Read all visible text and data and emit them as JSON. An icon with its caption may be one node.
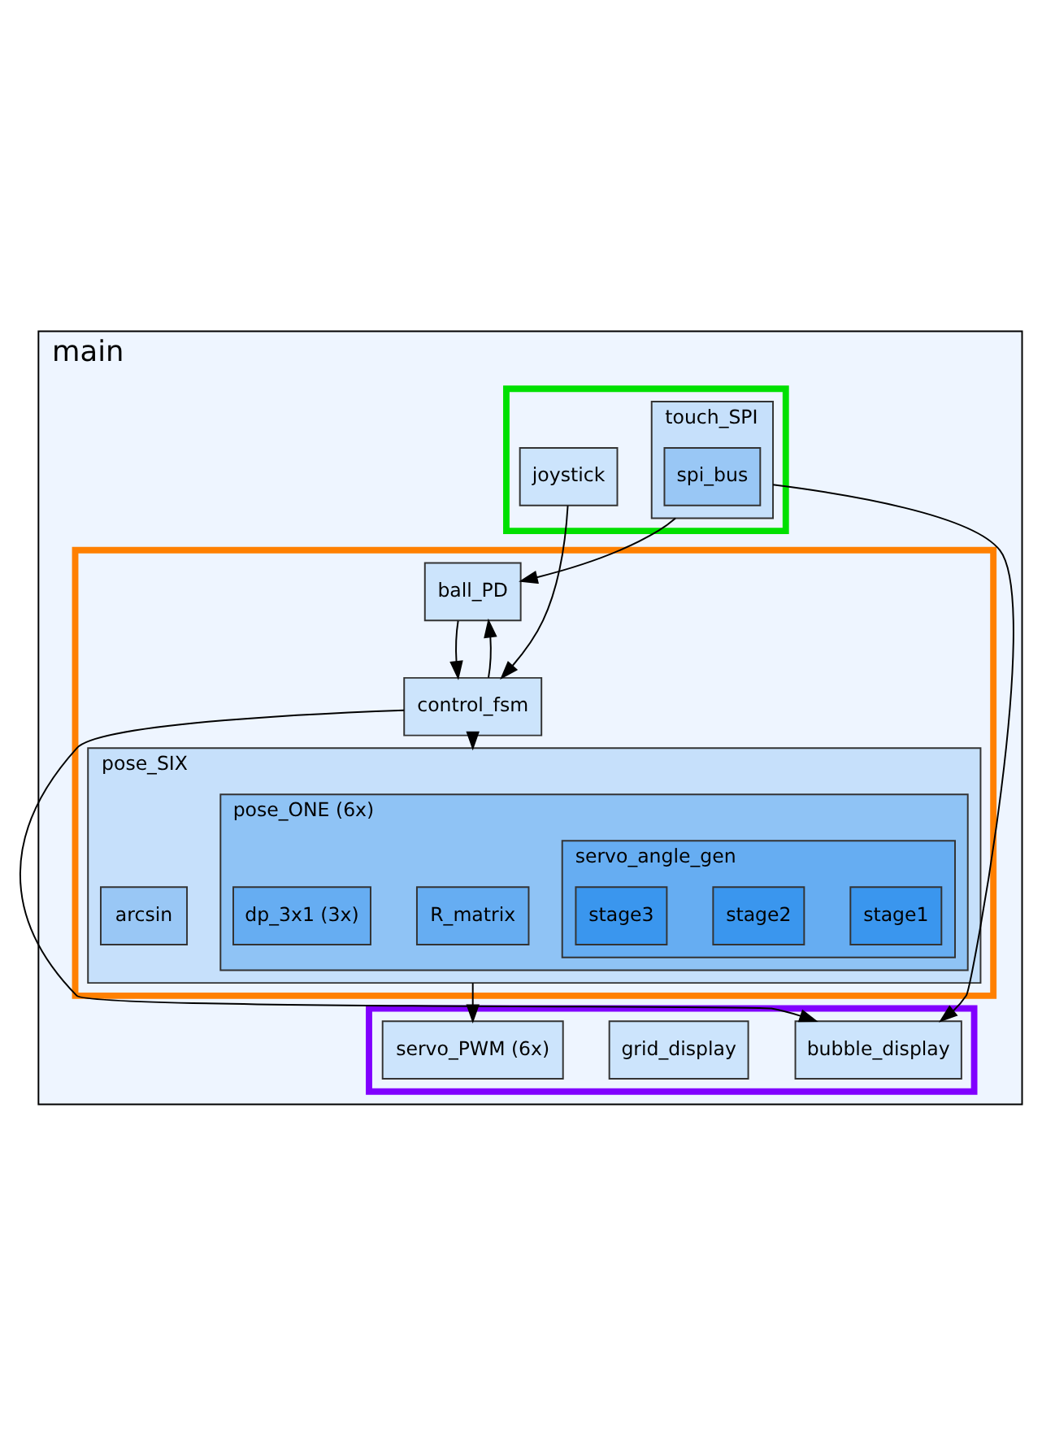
{
  "diagram": {
    "nodes": [
      {
        "text": [
          "main"
        ]
      },
      {
        "text": [],
        "shape": "box",
        "in": 0
      },
      {
        "text": [
          "ball_PD"
        ],
        "in": 1
      },
      {
        "text": [
          "control_fsm"
        ],
        "in": 1
      },
      {
        "text": [
          "pose_SIX"
        ],
        "in": 1
      },
      {
        "text": [
          "pose_ONE (6x)"
        ],
        "in": 4
      },
      {
        "text": [
          "R_matrix"
        ],
        "in": 5
      },
      {
        "text": [
          "dp_3x1 (3x)"
        ],
        "in": 5
      },
      {
        "text": [
          "servo_angle_gen"
        ],
        "in": 5
      },
      {
        "text": [
          "stage1"
        ],
        "in": 8
      },
      {
        "text": [
          "stage2"
        ],
        "in": 8
      },
      {
        "text": [
          "stage3"
        ],
        "in": 8
      },
      {
        "text": [
          "arcsin"
        ],
        "in": 4
      },
      {
        "text": [],
        "shape": "box",
        "in": 0
      },
      {
        "text": [
          "touch_SPI"
        ],
        "in": 13
      },
      {
        "text": [
          "spi_bus"
        ],
        "in": 14
      },
      {
        "text": [
          "joystick"
        ],
        "in": 13
      },
      {
        "text": [],
        "shape": "box",
        "in": 0
      },
      {
        "text": [
          "bubble_display"
        ],
        "in": 17
      },
      {
        "text": [
          "grid_display"
        ],
        "in": 17
      },
      {
        "text": [
          "servo_PWM (6x)"
        ],
        "in": 17
      }
    ],
    "edges": [
      {
        "from": 14,
        "to": 2,
        "arrow": "to"
      },
      {
        "from": 14,
        "to": 18,
        "arrow": "to"
      },
      {
        "from": 16,
        "to": 3,
        "arrow": "to"
      },
      {
        "from": 2,
        "to": 3,
        "arrow": "to"
      },
      {
        "from": 3,
        "to": 2,
        "arrow": "to"
      },
      {
        "from": 3,
        "to": 4,
        "arrow": "to"
      },
      {
        "from": 3,
        "to": 18,
        "arrow": "to"
      },
      {
        "from": 4,
        "to": 20,
        "arrow": "to"
      }
    ]
  }
}
